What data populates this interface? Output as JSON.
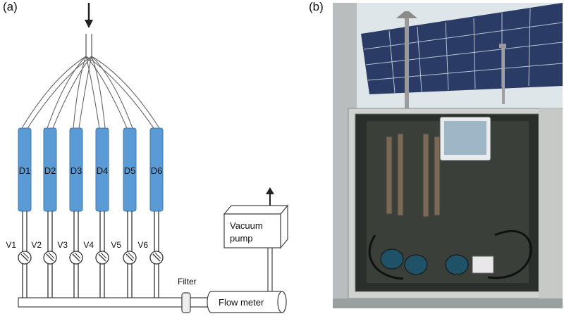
{
  "panels": {
    "a": "(a)",
    "b": "(b)"
  },
  "diagram": {
    "denuders": [
      "D1",
      "D2",
      "D3",
      "D4",
      "D5",
      "D6"
    ],
    "valves": [
      "V1",
      "V2",
      "V3",
      "V4",
      "V5",
      "V6"
    ],
    "filter": "Filter",
    "flow_meter": "Flow meter",
    "pump_line1": "Vacuum",
    "pump_line2": "pump",
    "colors": {
      "denuder": "#5b9bd5",
      "denuder_stroke": "#3d78ad",
      "line": "#333333"
    }
  },
  "photo": {
    "description_icon": "sampler-cabinet-photo"
  }
}
